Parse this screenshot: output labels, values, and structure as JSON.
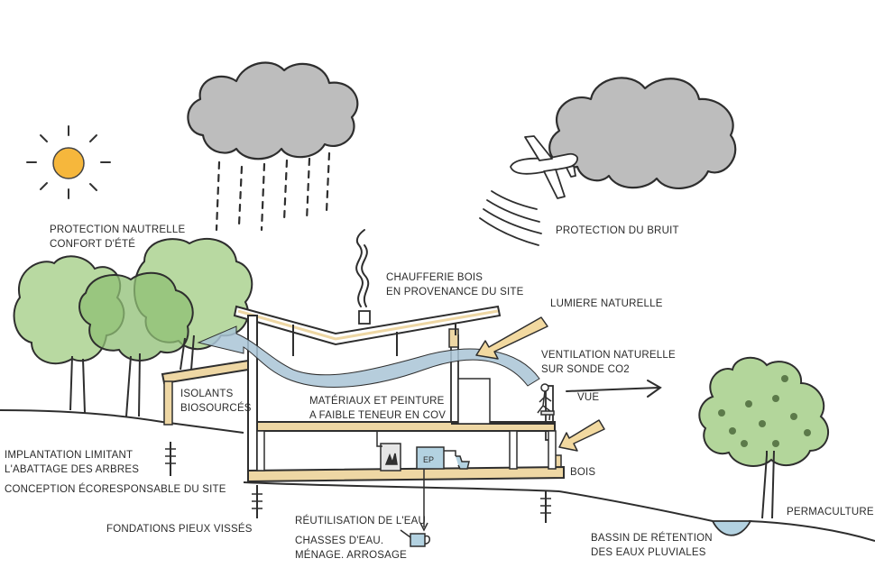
{
  "colors": {
    "sun": "#f6b73c",
    "cloud": "#bdbdbd",
    "tree": "#a6cf8a",
    "tree_dark": "#8fbf74",
    "fruit": "#5c7a4a",
    "air_flow": "#a9c4d6",
    "light_arrow": "#f2d9a0",
    "insulation": "#eed7a4",
    "water": "#b3d2e1",
    "ink": "#3a3a3a"
  },
  "icons": [
    "sun-icon",
    "rain-cloud-icon",
    "cloud-icon",
    "airplane-icon",
    "sound-waves-icon",
    "smoke-icon",
    "person-icon",
    "watering-can-icon",
    "tank-icon",
    "toilet-icon"
  ],
  "labels": {
    "protection_line1": "PROTECTION NAUTRELLE",
    "protection_line2": "CONFORT D'ÉTÉ",
    "bruit": "PROTECTION DU BRUIT",
    "chaufferie_line1": "CHAUFFERIE BOIS",
    "chaufferie_line2": "EN PROVENANCE DU SITE",
    "lumiere": "LUMIERE NATURELLE",
    "ventilation_line1": "VENTILATION NATURELLE",
    "ventilation_line2": "SUR SONDE CO2",
    "vue": "VUE",
    "isolants_line1": "ISOLANTS",
    "isolants_line2": "BIOSOURCÉS",
    "materiaux_line1": "MATÉRIAUX ET PEINTURE",
    "materiaux_line2": "A FAIBLE TENEUR EN COV",
    "implantation_line1": "IMPLANTATION LIMITANT",
    "implantation_line2": "L'ABATTAGE DES ARBRES",
    "conception": "CONCEPTION ÉCORESPONSABLE DU SITE",
    "fondations": "FONDATIONS PIEUX VISSÉS",
    "reutilisation": "RÉUTILISATION DE L'EAU",
    "chasses_line1": "CHASSES D'EAU.",
    "chasses_line2": "MÉNAGE. ARROSAGE",
    "bois": "BOIS",
    "bassin_line1": "BASSIN DE RÉTENTION",
    "bassin_line2": "DES EAUX PLUVIALES",
    "permaculture": "PERMACULTURE",
    "tank_tag": "EP"
  }
}
